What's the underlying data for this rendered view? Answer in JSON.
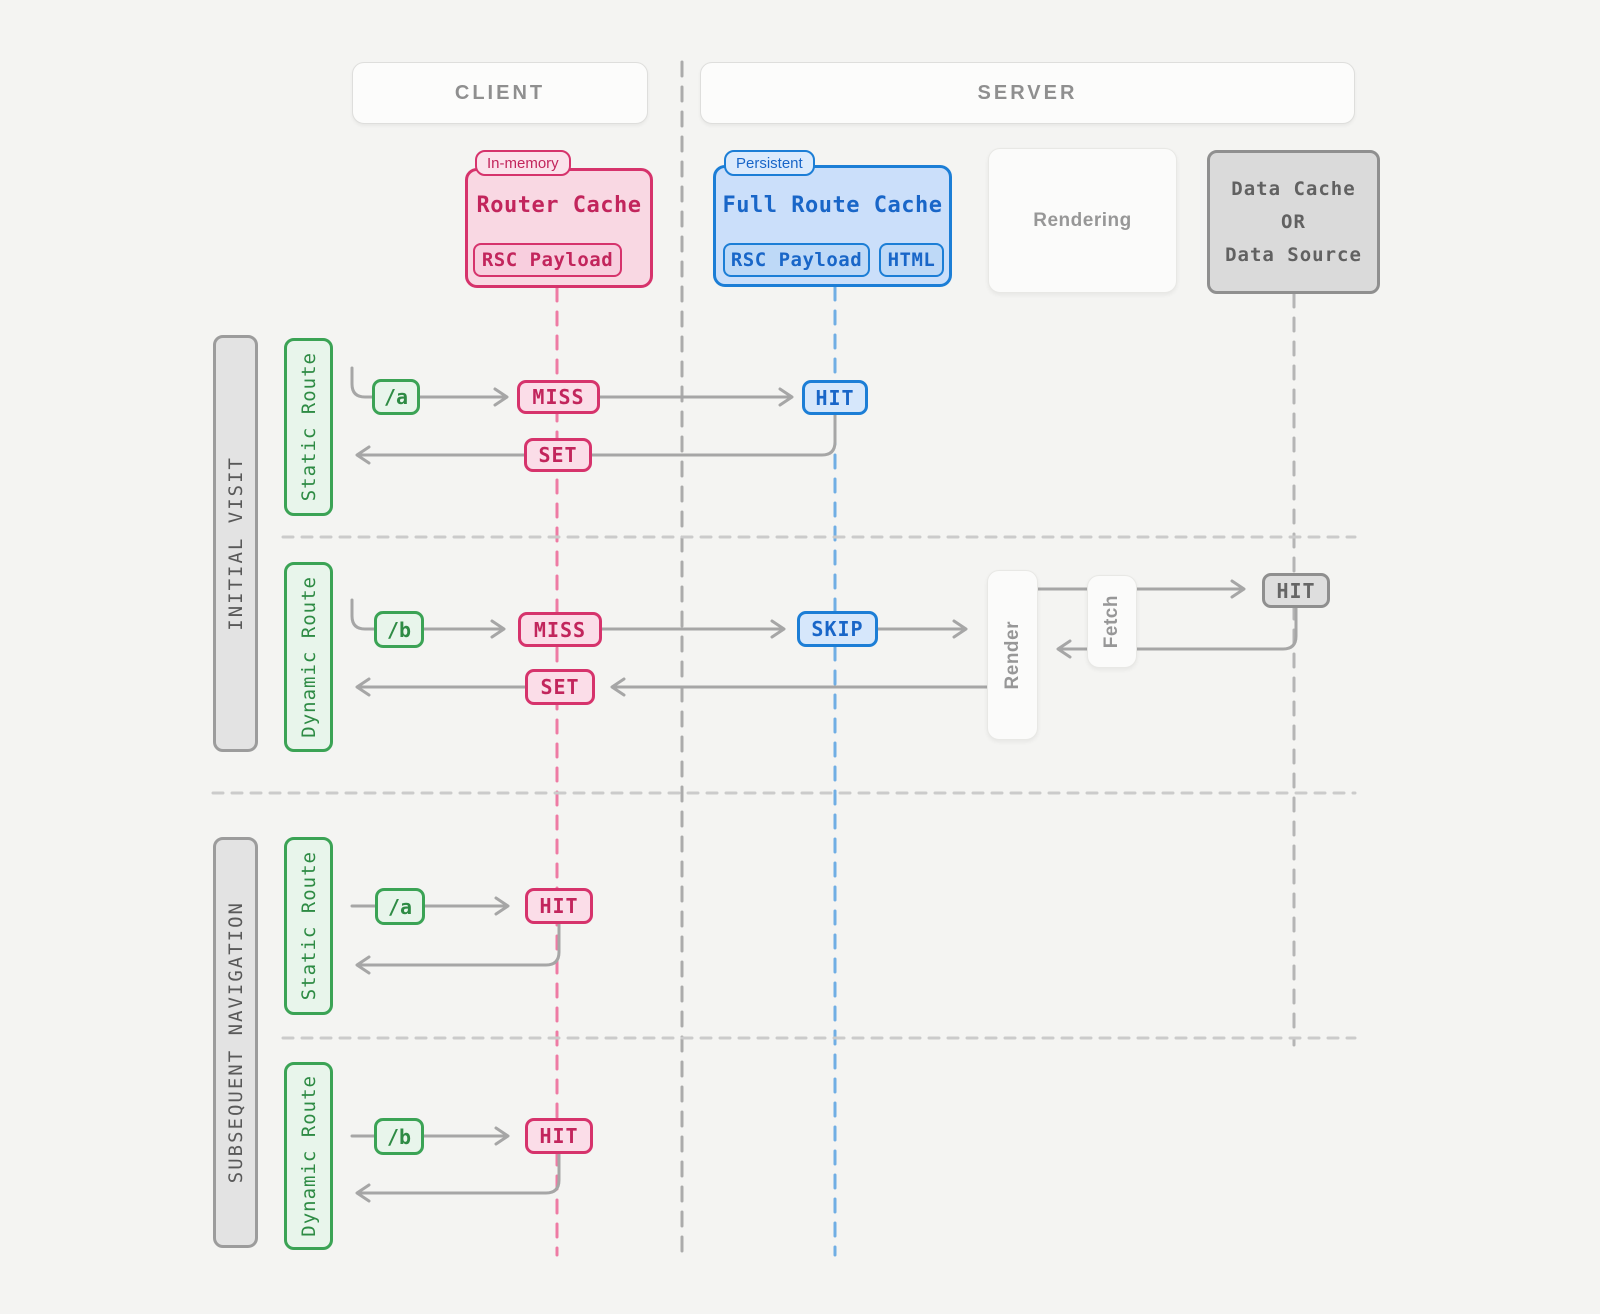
{
  "headers": {
    "client": "CLIENT",
    "server": "SERVER"
  },
  "router_cache": {
    "tag": "In-memory",
    "title": "Router Cache",
    "payload_label": "RSC Payload"
  },
  "full_route_cache": {
    "tag": "Persistent",
    "title": "Full Route Cache",
    "payload_label": "RSC Payload",
    "html_label": "HTML"
  },
  "rendering_label": "Rendering",
  "data_cache": {
    "lines": [
      "Data Cache",
      "OR",
      "Data Source"
    ]
  },
  "sections": {
    "initial": "INITIAL VISIT",
    "subsequent": "SUBSEQUENT NAVIGATION"
  },
  "route_labels": {
    "static": "Static Route",
    "dynamic": "Dynamic Route"
  },
  "flows": {
    "initial_static": {
      "route": "/a",
      "router_cache_result": "MISS",
      "full_route_cache_result": "HIT",
      "set_label": "SET"
    },
    "initial_dynamic": {
      "route": "/b",
      "router_cache_result": "MISS",
      "full_route_cache_result": "SKIP",
      "render_label": "Render",
      "fetch_label": "Fetch",
      "data_result": "HIT",
      "set_label": "SET"
    },
    "subsequent_static": {
      "route": "/a",
      "router_cache_result": "HIT"
    },
    "subsequent_dynamic": {
      "route": "/b",
      "router_cache_result": "HIT"
    }
  },
  "colors": {
    "pink": "#d6336c",
    "blue": "#1c7ed6",
    "green": "#3ba355",
    "gray": "#8f8f8f"
  }
}
